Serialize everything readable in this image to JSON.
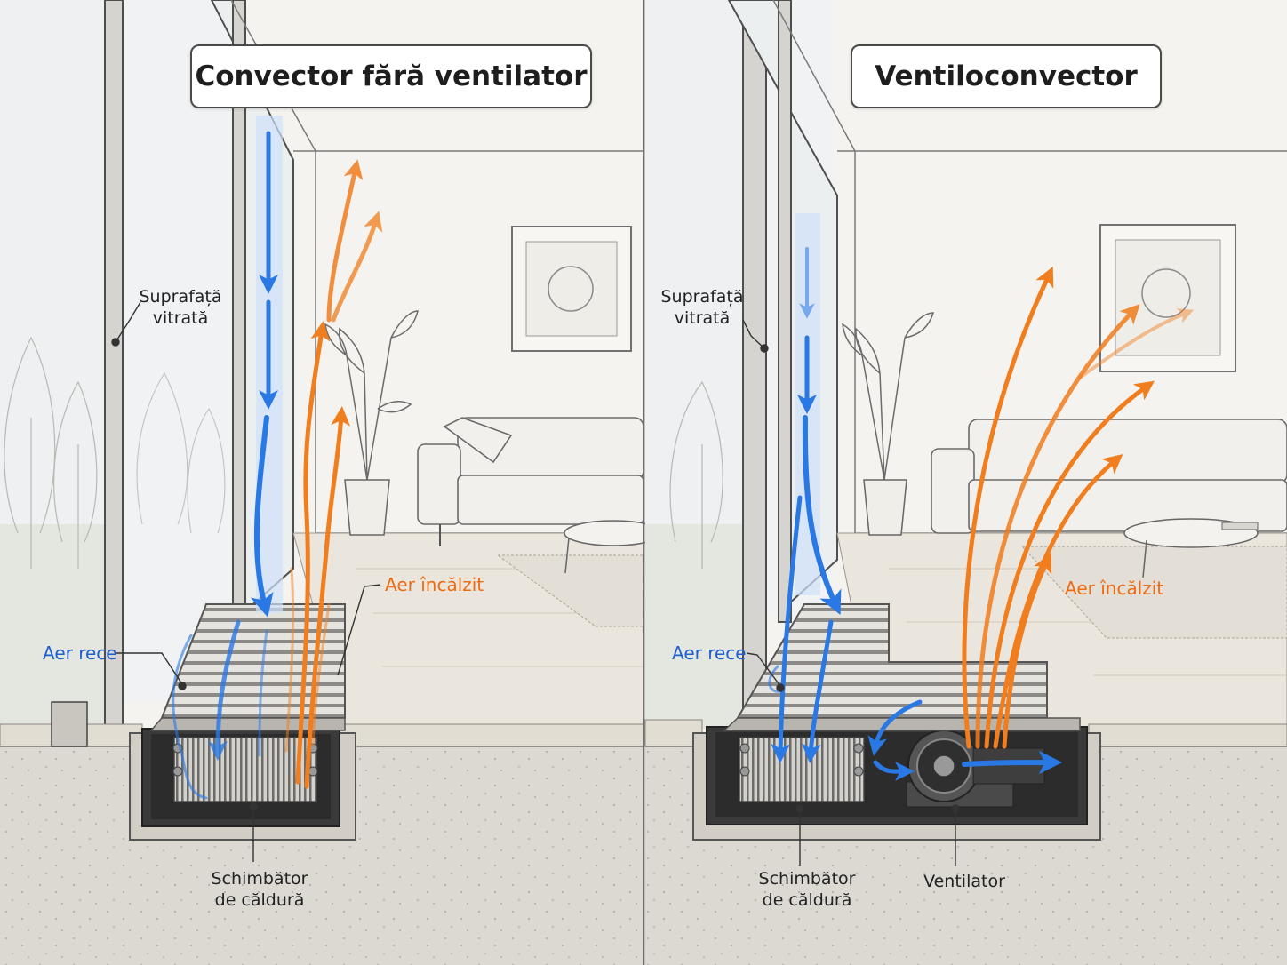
{
  "panels": {
    "left": {
      "title": "Convector fără ventilator",
      "glass_label_line1": "Suprafață",
      "glass_label_line2": "vitrată",
      "cold_air_label": "Aer rece",
      "warm_air_label": "Aer încălzit",
      "exchanger_label_line1": "Schimbător",
      "exchanger_label_line2": "de căldură"
    },
    "right": {
      "title": "Ventiloconvector",
      "glass_label_line1": "Suprafață",
      "glass_label_line2": "vitrată",
      "cold_air_label": "Aer rece",
      "warm_air_label": "Aer încălzit",
      "exchanger_label_line1": "Schimbător",
      "exchanger_label_line2": "de căldură",
      "fan_label": "Ventilator"
    }
  },
  "colors": {
    "cold_air": "#2a78e4",
    "warm_air": "#f07d1e",
    "sketch_line": "#5a5a5a",
    "background": "#f4f2ee"
  }
}
